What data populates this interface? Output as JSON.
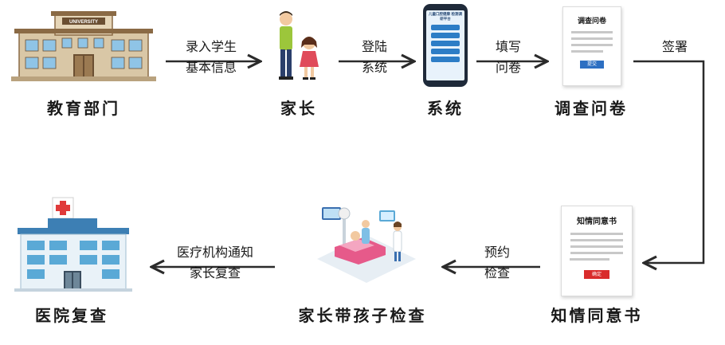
{
  "nodes": {
    "education_dept": {
      "label": "教育部门",
      "sign": "UNIVERSITY"
    },
    "parents": {
      "label": "家长"
    },
    "system": {
      "label": "系统",
      "phone_title": "儿童口腔健康 检测调研平台",
      "phone_buttons": [
        "",
        "",
        "",
        "",
        ""
      ]
    },
    "questionnaire": {
      "label": "调查问卷",
      "doc_title": "调查问卷",
      "doc_button": "提交"
    },
    "consent_form": {
      "label": "知情同意书",
      "doc_title": "知情同意书",
      "doc_button": "确定"
    },
    "checkup": {
      "label": "家长带孩子检查"
    },
    "hospital": {
      "label": "医院复查"
    }
  },
  "edges": {
    "e1": {
      "line1": "录入学生",
      "line2": "基本信息"
    },
    "e2": {
      "line1": "登陆",
      "line2": "系统"
    },
    "e3": {
      "line1": "填写",
      "line2": "问卷"
    },
    "e4": {
      "line1": "签署"
    },
    "e5": {
      "line1": "预约",
      "line2": "检查"
    },
    "e6": {
      "line1": "医疗机构通知",
      "line2": "家长复查"
    }
  },
  "colors": {
    "arrow": "#2b2b2b",
    "building_wall": "#d9c7a6",
    "building_roof": "#8a6a45",
    "hospital_blue": "#5aa9d6",
    "hospital_cross": "#e03a3a",
    "phone_screen": "#e8f2fb",
    "phone_button": "#2d7dc6",
    "doc_button_blue": "#2d6fc2",
    "doc_button_red": "#d92c2c"
  }
}
